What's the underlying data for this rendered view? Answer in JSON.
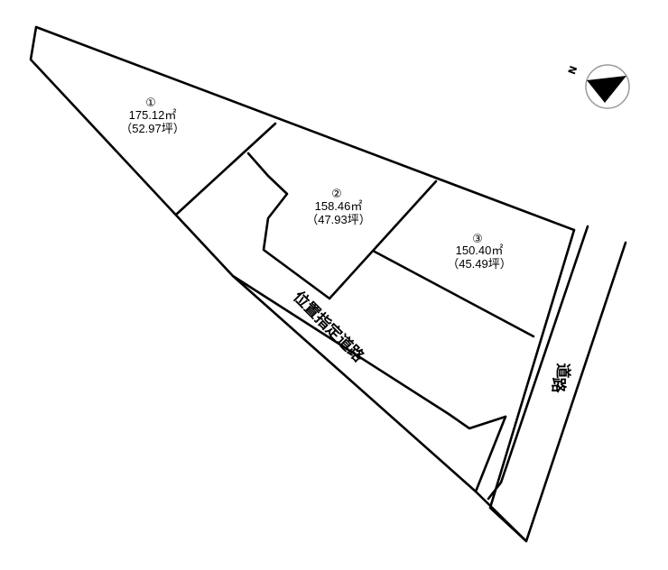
{
  "lots": [
    {
      "number": "①",
      "area_sqm": "175.12㎡",
      "area_tsubo": "（52.97坪）"
    },
    {
      "number": "②",
      "area_sqm": "158.46㎡",
      "area_tsubo": "（47.93坪）"
    },
    {
      "number": "③",
      "area_sqm": "150.40㎡",
      "area_tsubo": "（45.49坪）"
    }
  ],
  "roads": {
    "designated_road": "位置指定道路",
    "public_road_chars": [
      "道",
      "路"
    ]
  },
  "compass": {
    "north_label": "N"
  }
}
